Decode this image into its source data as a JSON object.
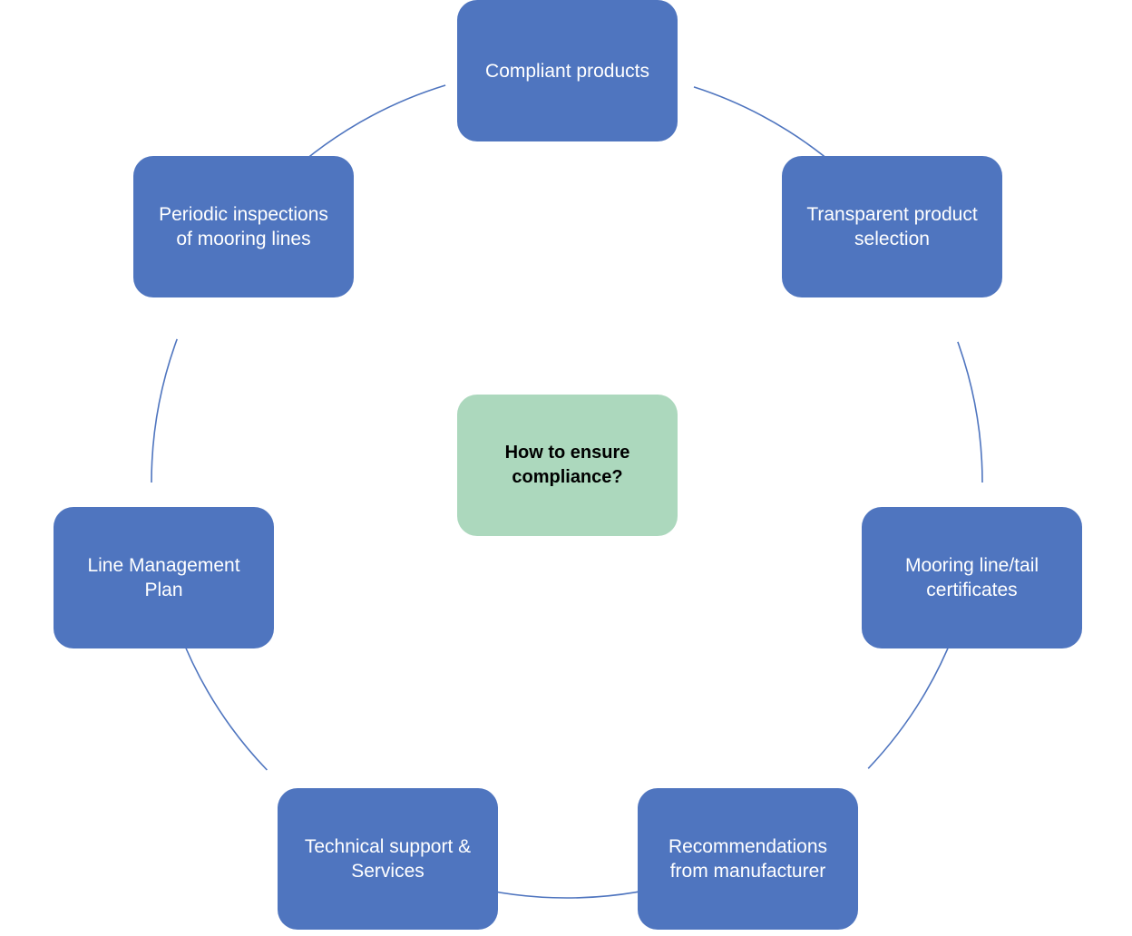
{
  "diagram": {
    "center": {
      "label": "How to ensure\ncompliance?"
    },
    "nodes": [
      {
        "label": "Compliant products"
      },
      {
        "label": "Transparent product\nselection"
      },
      {
        "label": "Mooring line/tail\ncertificates"
      },
      {
        "label": "Recommendations\nfrom manufacturer"
      },
      {
        "label": "Technical support &\nServices"
      },
      {
        "label": "Line Management\nPlan"
      },
      {
        "label": "Periodic inspections\nof mooring lines"
      }
    ],
    "colors": {
      "node_fill": "#4f75bf",
      "center_fill": "#acd8bd",
      "connector": "#4f75bf",
      "node_text": "#ffffff",
      "center_text": "#000000"
    }
  }
}
